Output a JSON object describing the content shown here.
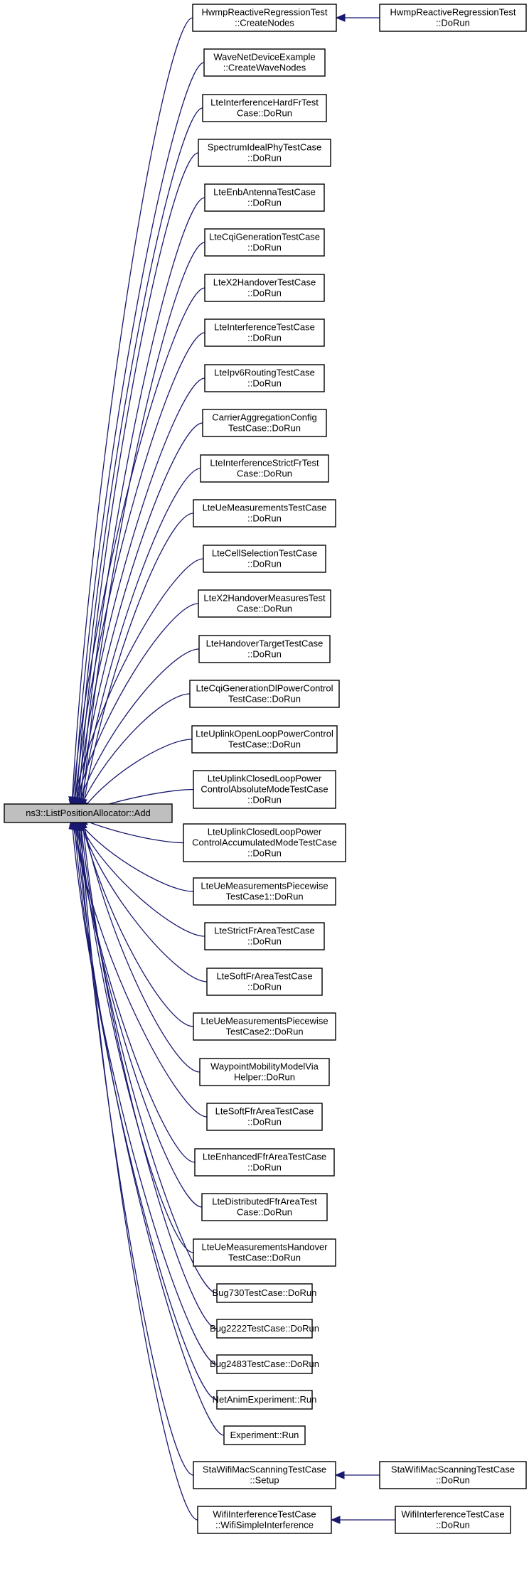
{
  "colors": {
    "edge": "#191970",
    "node_fill": "#ffffff",
    "root_fill": "#bfbfbf",
    "border": "#000000"
  },
  "root": {
    "id": "root",
    "label": [
      "ns3::ListPositionAllocator::Add"
    ]
  },
  "callers": [
    {
      "id": "hwmp-create",
      "label": [
        "HwmpReactiveRegressionTest",
        "::CreateNodes"
      ]
    },
    {
      "id": "wavenet",
      "label": [
        "WaveNetDeviceExample",
        "::CreateWaveNodes"
      ]
    },
    {
      "id": "lte-int-hardfr",
      "label": [
        "LteInterferenceHardFrTest",
        "Case::DoRun"
      ]
    },
    {
      "id": "spectrum-ideal",
      "label": [
        "SpectrumIdealPhyTestCase",
        "::DoRun"
      ]
    },
    {
      "id": "lte-enb-antenna",
      "label": [
        "LteEnbAntennaTestCase",
        "::DoRun"
      ]
    },
    {
      "id": "lte-cqi-gen",
      "label": [
        "LteCqiGenerationTestCase",
        "::DoRun"
      ]
    },
    {
      "id": "lte-x2-handover",
      "label": [
        "LteX2HandoverTestCase",
        "::DoRun"
      ]
    },
    {
      "id": "lte-interference",
      "label": [
        "LteInterferenceTestCase",
        "::DoRun"
      ]
    },
    {
      "id": "lte-ipv6-routing",
      "label": [
        "LteIpv6RoutingTestCase",
        "::DoRun"
      ]
    },
    {
      "id": "carrier-agg",
      "label": [
        "CarrierAggregationConfig",
        "TestCase::DoRun"
      ]
    },
    {
      "id": "lte-int-strictfr",
      "label": [
        "LteInterferenceStrictFrTest",
        "Case::DoRun"
      ]
    },
    {
      "id": "lte-ue-meas",
      "label": [
        "LteUeMeasurementsTestCase",
        "::DoRun"
      ]
    },
    {
      "id": "lte-cell-sel",
      "label": [
        "LteCellSelectionTestCase",
        "::DoRun"
      ]
    },
    {
      "id": "lte-x2-measures",
      "label": [
        "LteX2HandoverMeasuresTest",
        "Case::DoRun"
      ]
    },
    {
      "id": "lte-handover-target",
      "label": [
        "LteHandoverTargetTestCase",
        "::DoRun"
      ]
    },
    {
      "id": "lte-cqi-dl-power",
      "label": [
        "LteCqiGenerationDlPowerControl",
        "TestCase::DoRun"
      ]
    },
    {
      "id": "lte-ul-open-loop",
      "label": [
        "LteUplinkOpenLoopPowerControl",
        "TestCase::DoRun"
      ]
    },
    {
      "id": "lte-ul-closed-abs",
      "label": [
        "LteUplinkClosedLoopPower",
        "ControlAbsoluteModeTestCase",
        "::DoRun"
      ]
    },
    {
      "id": "lte-ul-closed-acc",
      "label": [
        "LteUplinkClosedLoopPower",
        "ControlAccumulatedModeTestCase",
        "::DoRun"
      ]
    },
    {
      "id": "lte-ue-meas-pw1",
      "label": [
        "LteUeMeasurementsPiecewise",
        "TestCase1::DoRun"
      ]
    },
    {
      "id": "lte-strict-fr-area",
      "label": [
        "LteStrictFrAreaTestCase",
        "::DoRun"
      ]
    },
    {
      "id": "lte-soft-fr-area",
      "label": [
        "LteSoftFrAreaTestCase",
        "::DoRun"
      ]
    },
    {
      "id": "lte-ue-meas-pw2",
      "label": [
        "LteUeMeasurementsPiecewise",
        "TestCase2::DoRun"
      ]
    },
    {
      "id": "waypoint-mobility",
      "label": [
        "WaypointMobilityModelVia",
        "Helper::DoRun"
      ]
    },
    {
      "id": "lte-soft-ffr-area",
      "label": [
        "LteSoftFfrAreaTestCase",
        "::DoRun"
      ]
    },
    {
      "id": "lte-enhanced-ffr",
      "label": [
        "LteEnhancedFfrAreaTestCase",
        "::DoRun"
      ]
    },
    {
      "id": "lte-distributed-ffr",
      "label": [
        "LteDistributedFfrAreaTest",
        "Case::DoRun"
      ]
    },
    {
      "id": "lte-ue-meas-handover",
      "label": [
        "LteUeMeasurementsHandover",
        "TestCase::DoRun"
      ]
    },
    {
      "id": "bug730",
      "label": [
        "Bug730TestCase::DoRun"
      ]
    },
    {
      "id": "bug2222",
      "label": [
        "Bug2222TestCase::DoRun"
      ]
    },
    {
      "id": "bug2483",
      "label": [
        "Bug2483TestCase::DoRun"
      ]
    },
    {
      "id": "netanim",
      "label": [
        "NetAnimExperiment::Run"
      ]
    },
    {
      "id": "experiment",
      "label": [
        "Experiment::Run"
      ]
    },
    {
      "id": "sta-wifi-setup",
      "label": [
        "StaWifiMacScanningTestCase",
        "::Setup"
      ]
    },
    {
      "id": "wifi-interference",
      "label": [
        "WifiInterferenceTestCase",
        "::WifiSimpleInterference"
      ]
    }
  ],
  "second_level": [
    {
      "id": "hwmp-dorun",
      "calls": "hwmp-create",
      "label": [
        "HwmpReactiveRegressionTest",
        "::DoRun"
      ]
    },
    {
      "id": "sta-wifi-dorun",
      "calls": "sta-wifi-setup",
      "label": [
        "StaWifiMacScanningTestCase",
        "::DoRun"
      ]
    },
    {
      "id": "wifi-interference-dorun",
      "calls": "wifi-interference",
      "label": [
        "WifiInterferenceTestCase",
        "::DoRun"
      ]
    }
  ]
}
